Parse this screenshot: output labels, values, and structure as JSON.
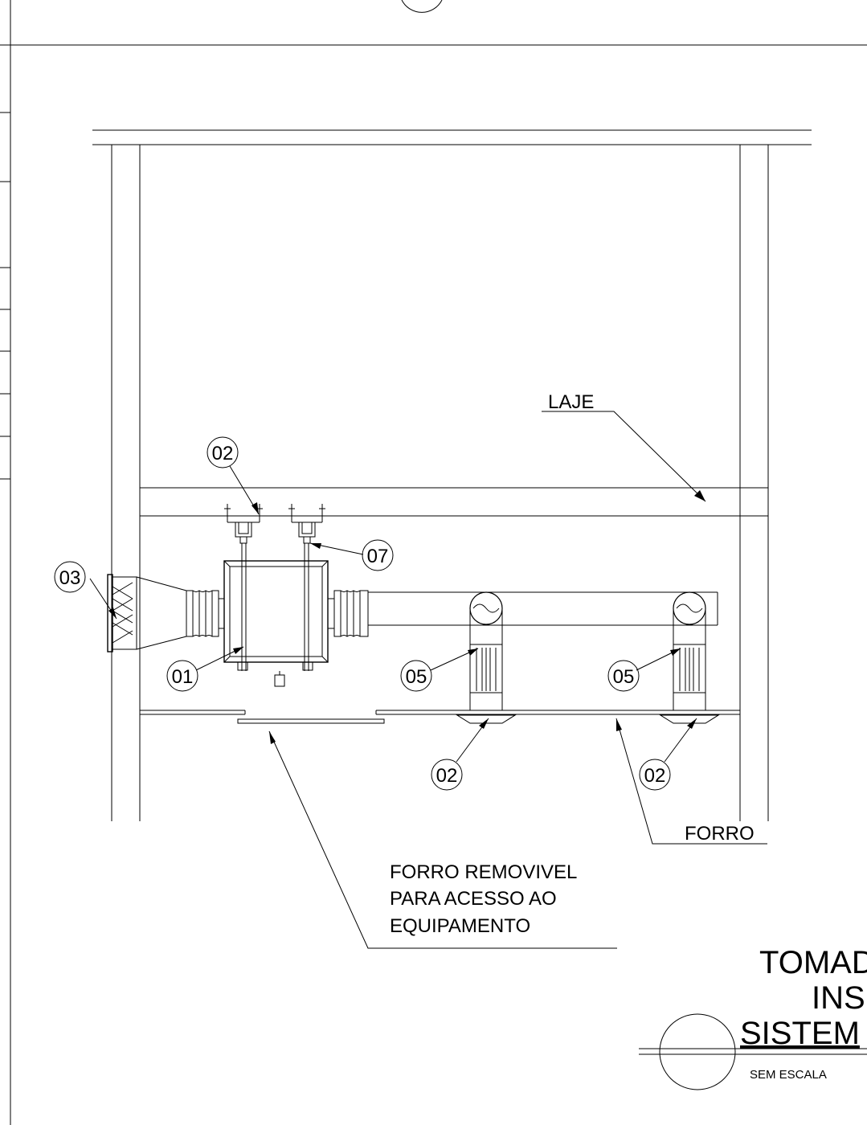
{
  "labels": {
    "laje": "LAJE",
    "forro": "FORRO",
    "forro_removivel_1": "FORRO REMOVIVEL",
    "forro_removivel_2": "PARA ACESSO AO",
    "forro_removivel_3": "EQUIPAMENTO"
  },
  "tags": {
    "t01": "01",
    "t02_top": "02",
    "t02_mid": "02",
    "t02_right": "02",
    "t03": "03",
    "t05_left": "05",
    "t05_right": "05",
    "t07": "07"
  },
  "title_block": {
    "line1": "TOMAD",
    "line2": "INS",
    "line3": "SISTEM",
    "scale": "SEM ESCALA"
  }
}
